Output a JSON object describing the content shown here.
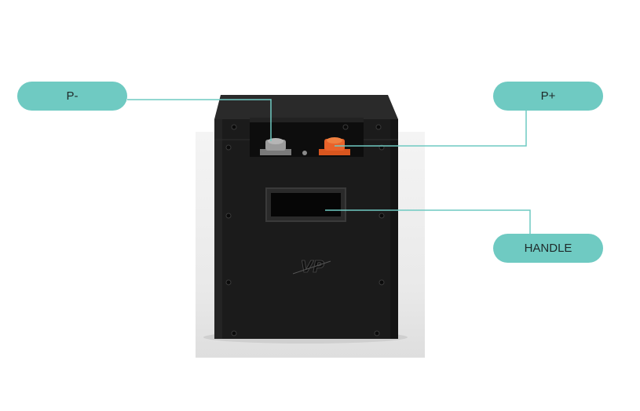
{
  "labels": {
    "p_minus": "P-",
    "p_plus": "P+",
    "handle": "HANDLE"
  },
  "logo_text": "VP",
  "colors": {
    "callout_fill": "#6fcac2",
    "leader_line": "#6fcac2",
    "battery_body": "#1c1c1c",
    "positive_terminal": "#e8622a",
    "negative_terminal": "#9a9a9a",
    "background": "#ffffff"
  }
}
